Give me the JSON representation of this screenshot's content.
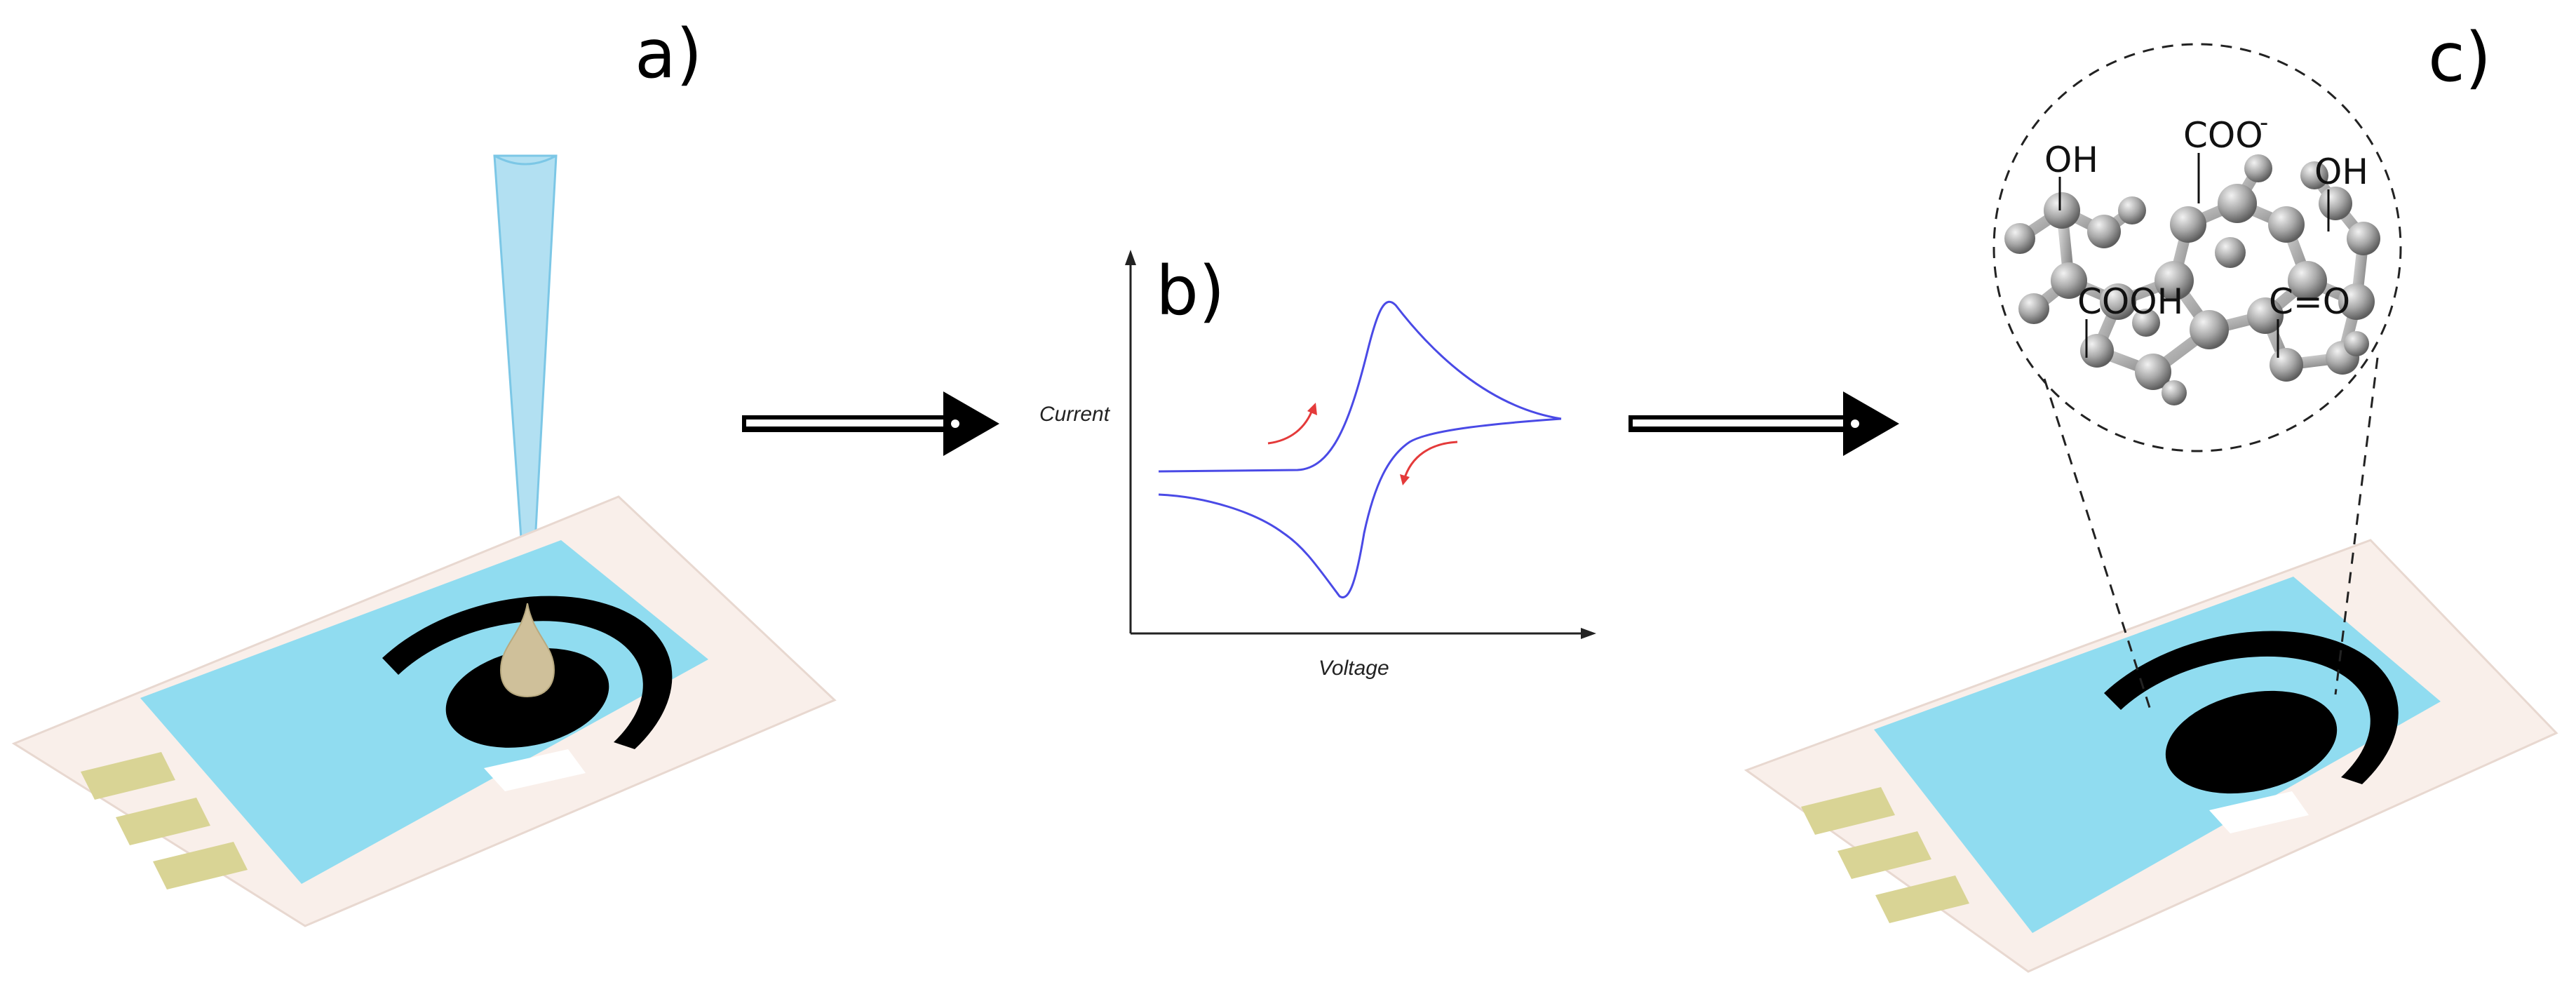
{
  "panels": {
    "a": {
      "label": "a)"
    },
    "b": {
      "label": "b)"
    },
    "c": {
      "label": "c)"
    }
  },
  "cv_plot": {
    "xlabel": "Voltage",
    "ylabel": "Current"
  },
  "functional_groups": {
    "oh_left": "OH",
    "coo": "COO",
    "coo_charge": "-",
    "oh_right": "OH",
    "cooh": "COOH",
    "co": "C=O"
  },
  "colors": {
    "strip_body": "#f9efea",
    "electrode_area": "#90dcf0",
    "contacts": "#d9d495",
    "electrode_ink": "#000000",
    "droplet": "#cfc09a",
    "pipette": "#a8dcef",
    "cv_curve": "#4a4ae6",
    "scan_arrows": "#e43a3a",
    "molecule_atoms": "#9a9a9a"
  },
  "icons": [
    "pipette-icon",
    "droplet-icon",
    "screen-printed-electrode-icon",
    "process-arrow-icon",
    "graphene-oxide-molecule-icon"
  ]
}
